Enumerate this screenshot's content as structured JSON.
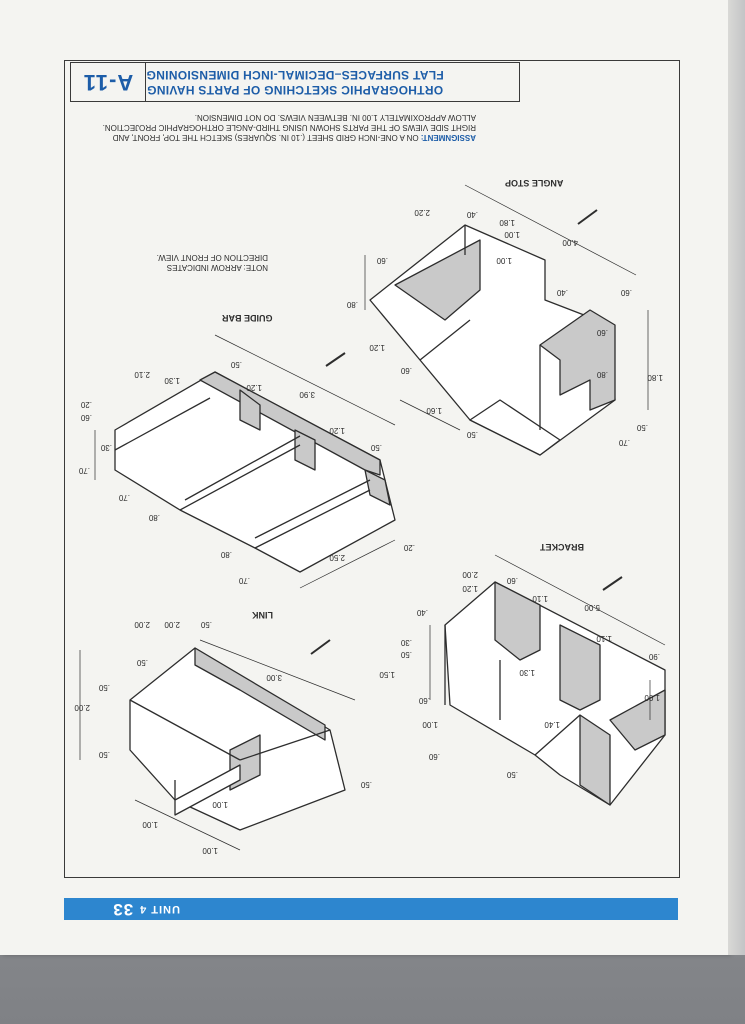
{
  "sheet": {
    "number": "A-11",
    "title_line1": "ORTHOGRAPHIC SKETCHING OF PARTS HAVING",
    "title_line2": "FLAT SURFACES–DECIMAL-INCH DIMENSIONING"
  },
  "assignment": {
    "lead": "ASSIGNMENT:",
    "text": " ON A ONE-INCH GRID SHEET (.10 IN. SQUARES) SKETCH THE TOP, FRONT, AND RIGHT SIDE VIEWS OF THE PARTS SHOWN USING THIRD-ANGLE ORTHOGRAPHIC PROJECTION. ALLOW APPROXIMATELY 1.00 IN. BETWEEN VIEWS. DO NOT DIMENSION."
  },
  "note": "NOTE: ARROW INDICATES DIRECTION OF FRONT VIEW.",
  "parts": {
    "angle_stop": "ANGLE STOP",
    "guide_bar": "GUIDE BAR",
    "bracket": "BRACKET",
    "link": "LINK"
  },
  "dims": {
    "angle_stop": [
      "2.20",
      ".40",
      "1.80",
      "1.00",
      "4.00",
      "1.00",
      ".60",
      ".40",
      ".60",
      "1.20",
      ".60",
      ".80",
      ".60",
      "1.80",
      "1.60",
      ".50",
      ".50",
      ".70",
      ".80"
    ],
    "guide_bar": [
      "2.10",
      "1.30",
      ".50",
      "1.20",
      "3.90",
      ".20",
      ".60",
      ".30",
      ".50",
      "1.20",
      ".70",
      ".70",
      ".80",
      ".80",
      "2.50",
      ".20",
      ".70"
    ],
    "bracket": [
      "2.00",
      "1.20",
      ".60",
      "1.10",
      ".40",
      "5.00",
      "1.10",
      ".30",
      ".50",
      "1.30",
      "1.50",
      ".60",
      "1.00",
      ".60",
      "1.40",
      "1.00",
      ".50",
      ".90"
    ],
    "link": [
      "2.00",
      ".50",
      "2.00",
      "3.00",
      ".50",
      ".50",
      "2.00",
      ".50",
      ".50",
      "1.00",
      "1.00",
      "1.00"
    ]
  },
  "footer": {
    "unit": "UNIT 4",
    "page": "33"
  },
  "colors": {
    "accent": "#1d5da8",
    "footer": "#2d86cf",
    "ink": "#2d2d2d"
  }
}
